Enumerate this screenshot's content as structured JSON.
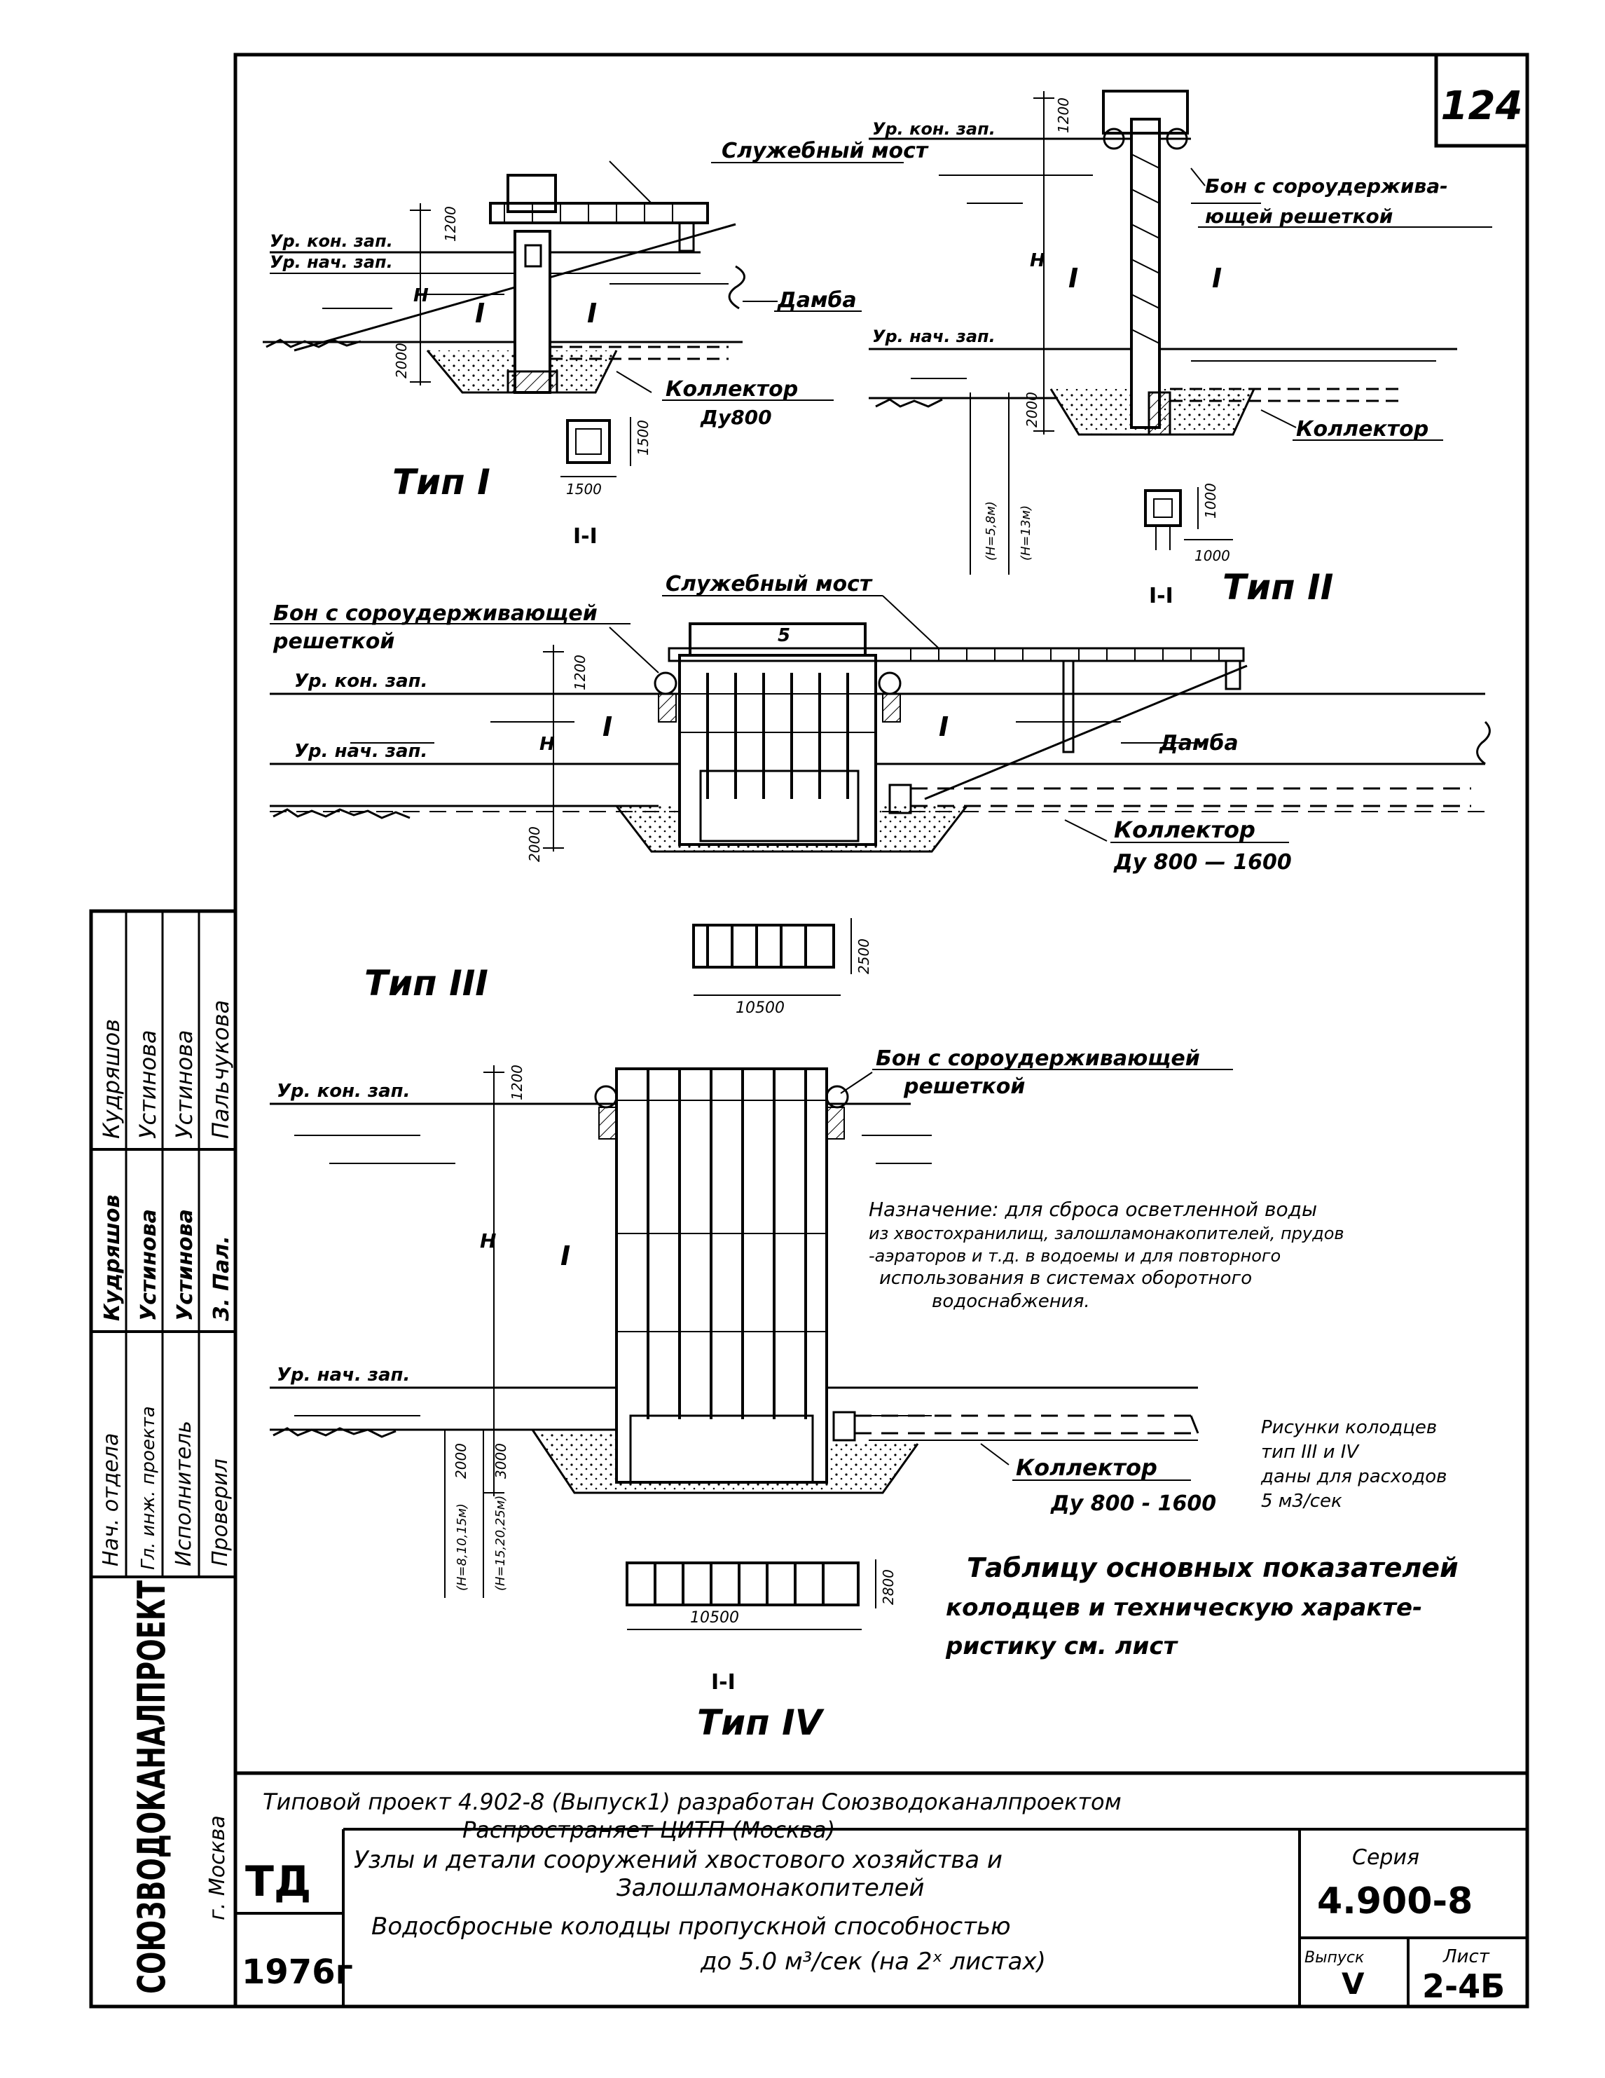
{
  "sheet_number": "124",
  "type1": {
    "title": "Тип I",
    "service_bridge": "Служебный мост",
    "level_end": "Ур. кон. зап.",
    "level_start": "Ур. нач. зап.",
    "dam": "Дамба",
    "collector": "Коллектор",
    "collector_diameter": "Ду800",
    "section_label": "I-I",
    "roman_label": "I",
    "dim_top": "1200",
    "dim_bottom": "2000",
    "dim_h": "H",
    "plan_width": "1500",
    "plan_height": "1500"
  },
  "type2": {
    "title": "Тип II",
    "level_end": "Ур. кон. зап.",
    "level_start": "Ур. нач. зап.",
    "boom_note_line1": "Бон с сороудержива-",
    "boom_note_line2": "ющей решеткой",
    "collector": "Коллектор",
    "section_label": "I-I",
    "roman_label": "I",
    "dim_top": "1200",
    "dim_bottom": "2000",
    "dim_h": "H",
    "dim_h1": "(H=5,8м)",
    "dim_h2": "(H=13м)",
    "plan_width": "1000",
    "plan_height": "1000"
  },
  "type3": {
    "title": "Тип III",
    "boom_note_line1": "Бон с сороудерживающей",
    "boom_note_line2": "решеткой",
    "service_bridge": "Служебный мост",
    "level_end": "Ур. кон. зап.",
    "level_start": "Ур. нач. зап.",
    "dam": "Дамба",
    "collector": "Коллектор",
    "collector_diameter": "Ду 800 — 1600",
    "roman_label": "I",
    "dim_top": "1200",
    "dim_bottom": "2000",
    "dim_h": "H",
    "plan_width": "10500",
    "plan_height": "2500",
    "span_label": "5"
  },
  "type4": {
    "title": "Тип IV",
    "boom_note_line1": "Бон с сороудерживающей",
    "boom_note_line2": "решеткой",
    "level_end": "Ур. кон. зап.",
    "level_start": "Ур. нач. зап.",
    "collector": "Коллектор",
    "collector_diameter": "Ду 800 - 1600",
    "section_label": "I-I",
    "roman_label": "I",
    "dim_top": "1200",
    "dim_bottom1": "2000",
    "dim_bottom2": "3000",
    "dim_h": "H",
    "dim_h1": "(H=8,10,15м)",
    "dim_h2": "(H=15,20,25м)",
    "plan_width": "10500",
    "plan_height": "2800"
  },
  "purpose_note": [
    "Назначение: для сброса осветленной воды",
    "из хвостохранилищ, залошламонакопителей, прудов",
    "-аэраторов и т.д. в водоемы и для повторного",
    "использования в системах оборотного",
    "водоснабжения."
  ],
  "drawings_note": [
    "Рисунки колодцев",
    "тип III и IV",
    "даны для расходов",
    "5 м3/сек"
  ],
  "table_note": [
    "Таблицу основных показателей",
    "колодцев и техническую характе-",
    "ристику см. лист"
  ],
  "stamp": {
    "org_vertical": "СОЮЗВОДОКАНАЛПРОЕКТ",
    "city_vertical": "г. Москва",
    "roles": [
      "Нач. отдела",
      "Гл. инж. проекта",
      "Исполнитель",
      "Проверил"
    ],
    "names": [
      "Кудряшов",
      "Устинова",
      "Устинова",
      "Пальчукова"
    ],
    "signatures": [
      "Кудряшов",
      "Устинова",
      "Устинова",
      "З. Пал."
    ],
    "project_line1": "Типовой проект 4.902-8 (Выпуск1) разработан Союзводоканалпроектом",
    "project_line2": "Распространяет ЦИТП (Москва)",
    "td": "ТД",
    "year": "1976г",
    "title_line1": "Узлы и детали сооружений хвостового хозяйства и",
    "title_line2": "Залошламонакопителей",
    "title_line3": "Водосбросные колодцы пропускной способностью",
    "title_line4": "до 5.0 м³/сек (на 2ˣ листах)",
    "series_label": "Серия",
    "series_value": "4.900-8",
    "issue_label": "Выпуск",
    "issue_value": "V",
    "sheet_label": "Лист",
    "sheet_value": "2-4Б"
  }
}
